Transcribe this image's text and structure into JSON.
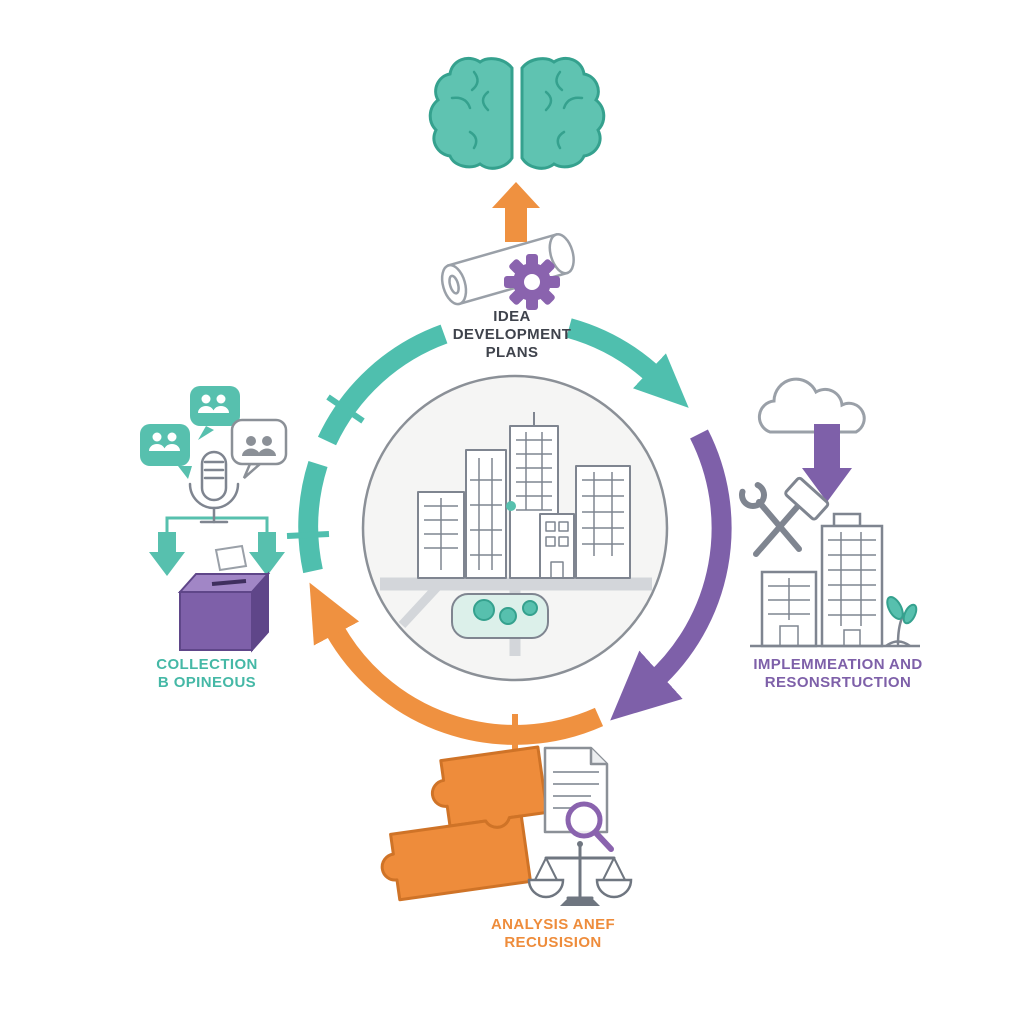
{
  "page": {
    "background": "#ffffff",
    "kind": "circular process diagram"
  },
  "labels": {
    "title": {
      "lines": [
        "IDEA",
        "DEVELOPMENT",
        "PLANS"
      ],
      "color": "#3f434c"
    },
    "collection": {
      "lines": [
        "COLLECTION",
        "B OPINEOUS"
      ],
      "color": "#45b8a6"
    },
    "implementation": {
      "lines": [
        "IMPLEMMEATION AND",
        "RESONSRTUCTION"
      ],
      "color": "#7e60a9"
    },
    "analysis": {
      "lines": [
        "ANALYSIS ANEF",
        "RECUSISION"
      ],
      "color": "#ee8c3b"
    }
  },
  "colors": {
    "teal": "#4fbfae",
    "teal_dark": "#35a18e",
    "purple": "#7e60a9",
    "purple_gear": "#8a63ae",
    "orange": "#ef9140",
    "orange_dark": "#cf7327",
    "line_gray": "#7f8590",
    "outline_gray": "#9aa0a8",
    "center_fill": "#f5f5f4"
  },
  "cycle": {
    "direction": "clockwise",
    "segments": [
      {
        "position": "top",
        "color": "#4fbfae",
        "arrowhead": true
      },
      {
        "position": "right",
        "color": "#7e60a9",
        "arrowhead": true
      },
      {
        "position": "bottom",
        "color": "#ef9140",
        "arrowhead": true
      },
      {
        "position": "left",
        "color": "#4fbfae",
        "arrowhead": false
      }
    ]
  },
  "icons": [
    {
      "name": "brain-icon",
      "color": "#4fbfae",
      "position": "top"
    },
    {
      "name": "up-arrow-icon",
      "color": "#ef9140",
      "position": "top"
    },
    {
      "name": "scroll-icon",
      "color": "#9aa0a8",
      "position": "top"
    },
    {
      "name": "gear-icon",
      "color": "#8a63ae",
      "position": "top"
    },
    {
      "name": "speech-bubbles-icon",
      "color": "#4fbfae",
      "position": "left"
    },
    {
      "name": "microphone-icon",
      "color": "#7f8590",
      "position": "left"
    },
    {
      "name": "down-arrows-icon",
      "color": "#4fbfae",
      "position": "left"
    },
    {
      "name": "ballot-box-icon",
      "color": "#7e60a9",
      "position": "left"
    },
    {
      "name": "cloud-icon",
      "color": "#9aa0a8",
      "position": "right"
    },
    {
      "name": "download-arrow-icon",
      "color": "#7e60a9",
      "position": "right"
    },
    {
      "name": "tools-icon",
      "color": "#7f8590",
      "position": "right"
    },
    {
      "name": "buildings-icon",
      "color": "#7f8590",
      "position": "right"
    },
    {
      "name": "plant-icon",
      "color": "#4fbfae",
      "position": "right"
    },
    {
      "name": "puzzle-icon",
      "color": "#ee8c3b",
      "position": "bottom"
    },
    {
      "name": "document-magnifier-icon",
      "color": "#8a63ae",
      "position": "bottom"
    },
    {
      "name": "balance-scale-icon",
      "color": "#6f7680",
      "position": "bottom"
    },
    {
      "name": "city-illustration",
      "color": "#7f8590",
      "position": "center"
    }
  ]
}
